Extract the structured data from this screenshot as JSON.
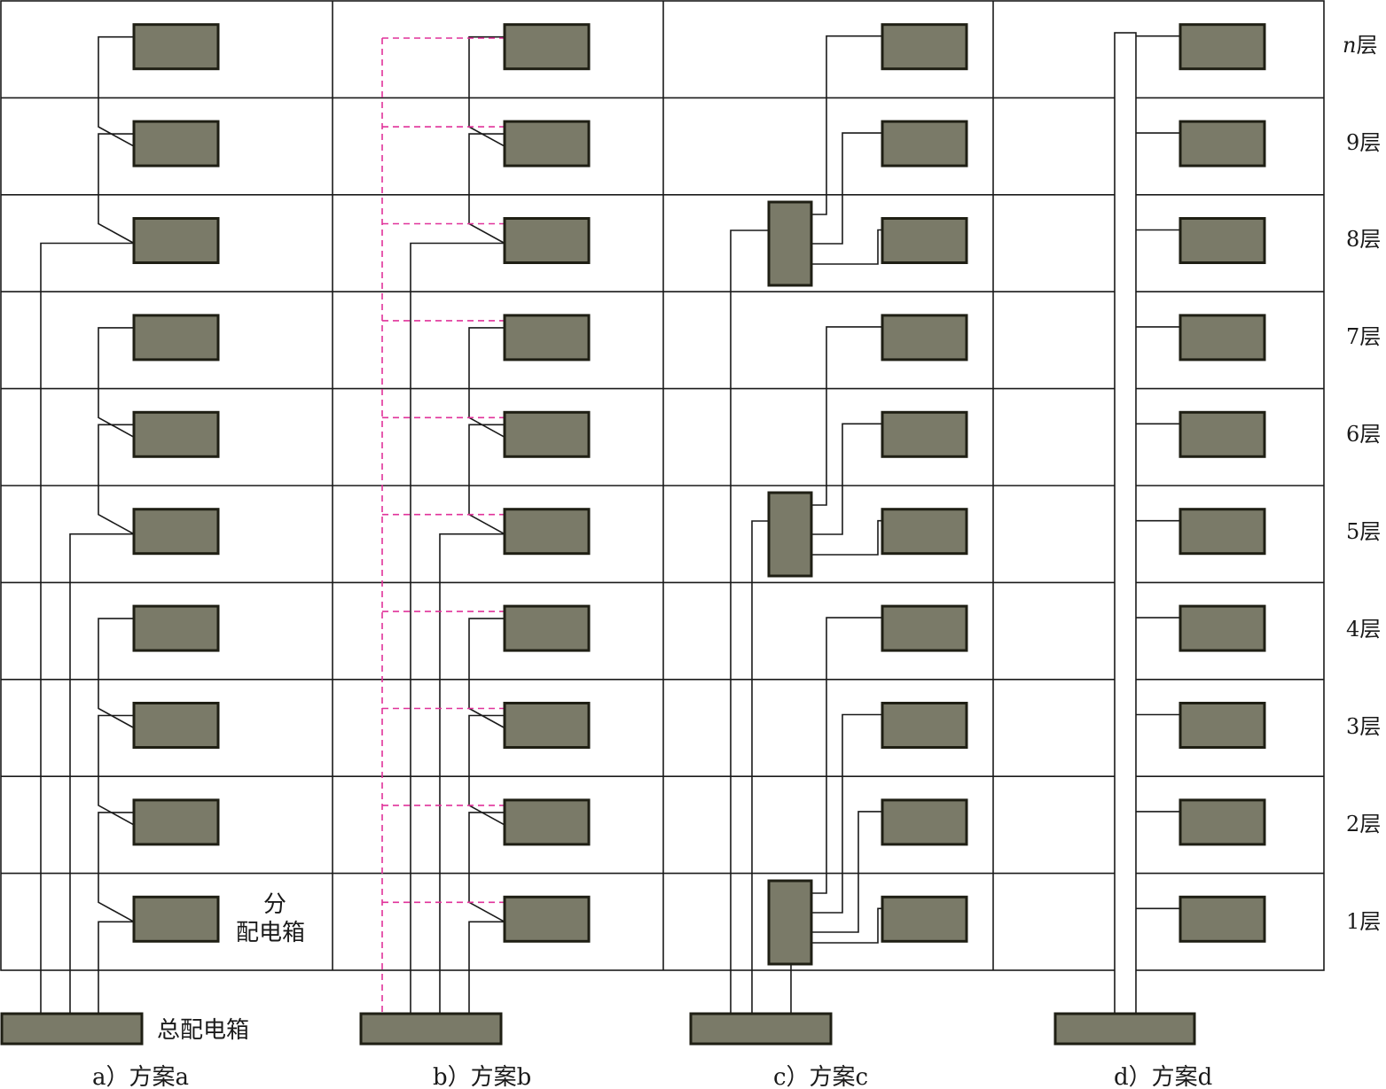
{
  "floors": [
    {
      "label": "1层"
    },
    {
      "label": "2层"
    },
    {
      "label": "3层"
    },
    {
      "label": "4层"
    },
    {
      "label": "5层"
    },
    {
      "label": "6层"
    },
    {
      "label": "7层"
    },
    {
      "label": "8层"
    },
    {
      "label": "9层"
    },
    {
      "label": "n层",
      "prefix": "n",
      "suffix": "层"
    }
  ],
  "callouts": {
    "sub_box_line1": "分",
    "sub_box_line2": "配电箱",
    "main_box": "总配电箱"
  },
  "schemes": [
    {
      "id": "a",
      "caption": "a）方案a"
    },
    {
      "id": "b",
      "caption": "b）方案b"
    },
    {
      "id": "c",
      "caption": "c）方案c"
    },
    {
      "id": "d",
      "caption": "d）方案d"
    }
  ],
  "colors": {
    "box_fill": "#7a7a68",
    "box_stroke": "#1f1f14",
    "line": "#1a1a1a",
    "dashed": "#e0329a"
  }
}
